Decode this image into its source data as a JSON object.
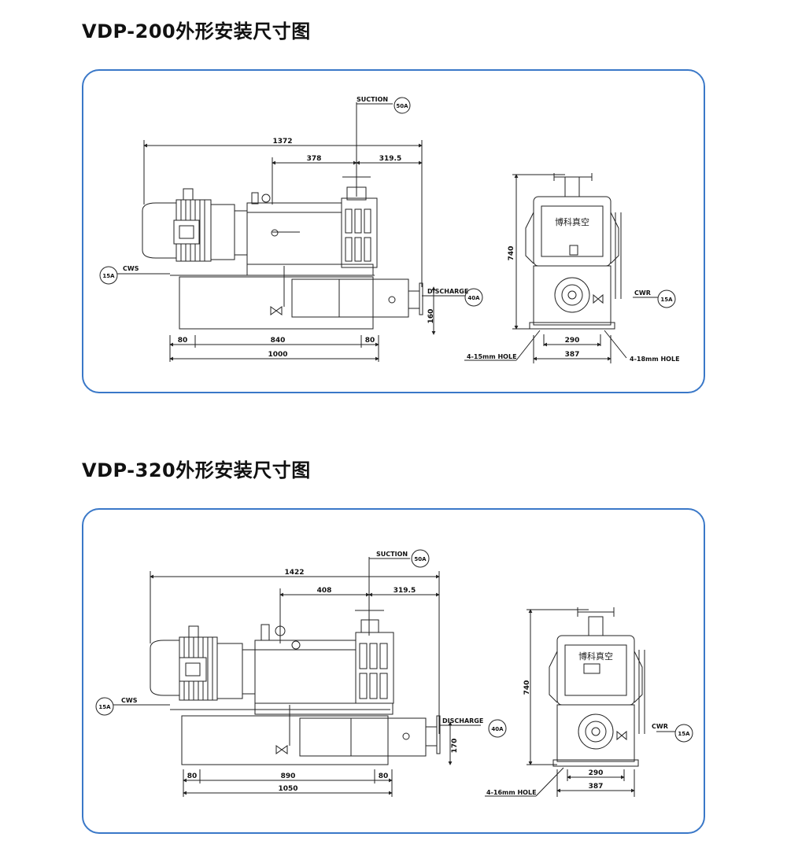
{
  "sections": [
    {
      "title": "VDP-200外形安装尺寸图",
      "side": {
        "overall_length": "1372",
        "motor_offset": "378",
        "suction_offset": "319.5",
        "suction_label": "SUCTION",
        "suction_size": "50A",
        "discharge_label": "DISCHARGE",
        "discharge_size": "40A",
        "cws_label": "CWS",
        "cws_size": "15A",
        "discharge_height": "160",
        "base_left": "80",
        "base_mid": "840",
        "base_right": "80",
        "base_total": "1000"
      },
      "end": {
        "height": "740",
        "brand": "博科真空",
        "cwr_label": "CWR",
        "cwr_size": "15A",
        "inner_width": "290",
        "outer_width": "387",
        "hole_left": "4-15mm HOLE",
        "hole_right": "4-18mm HOLE"
      }
    },
    {
      "title": "VDP-320外形安装尺寸图",
      "side": {
        "overall_length": "1422",
        "motor_offset": "408",
        "suction_offset": "319.5",
        "suction_label": "SUCTION",
        "suction_size": "50A",
        "discharge_label": "DISCHARGE",
        "discharge_size": "40A",
        "cws_label": "CWS",
        "cws_size": "15A",
        "discharge_height": "170",
        "base_left": "80",
        "base_mid": "890",
        "base_right": "80",
        "base_total": "1050"
      },
      "end": {
        "height": "740",
        "brand": "博科真空",
        "cwr_label": "CWR",
        "cwr_size": "15A",
        "inner_width": "290",
        "outer_width": "387",
        "hole_left": "4-16mm HOLE"
      }
    }
  ],
  "colors": {
    "panel_border": "#3a78c8",
    "line": "#222222"
  }
}
